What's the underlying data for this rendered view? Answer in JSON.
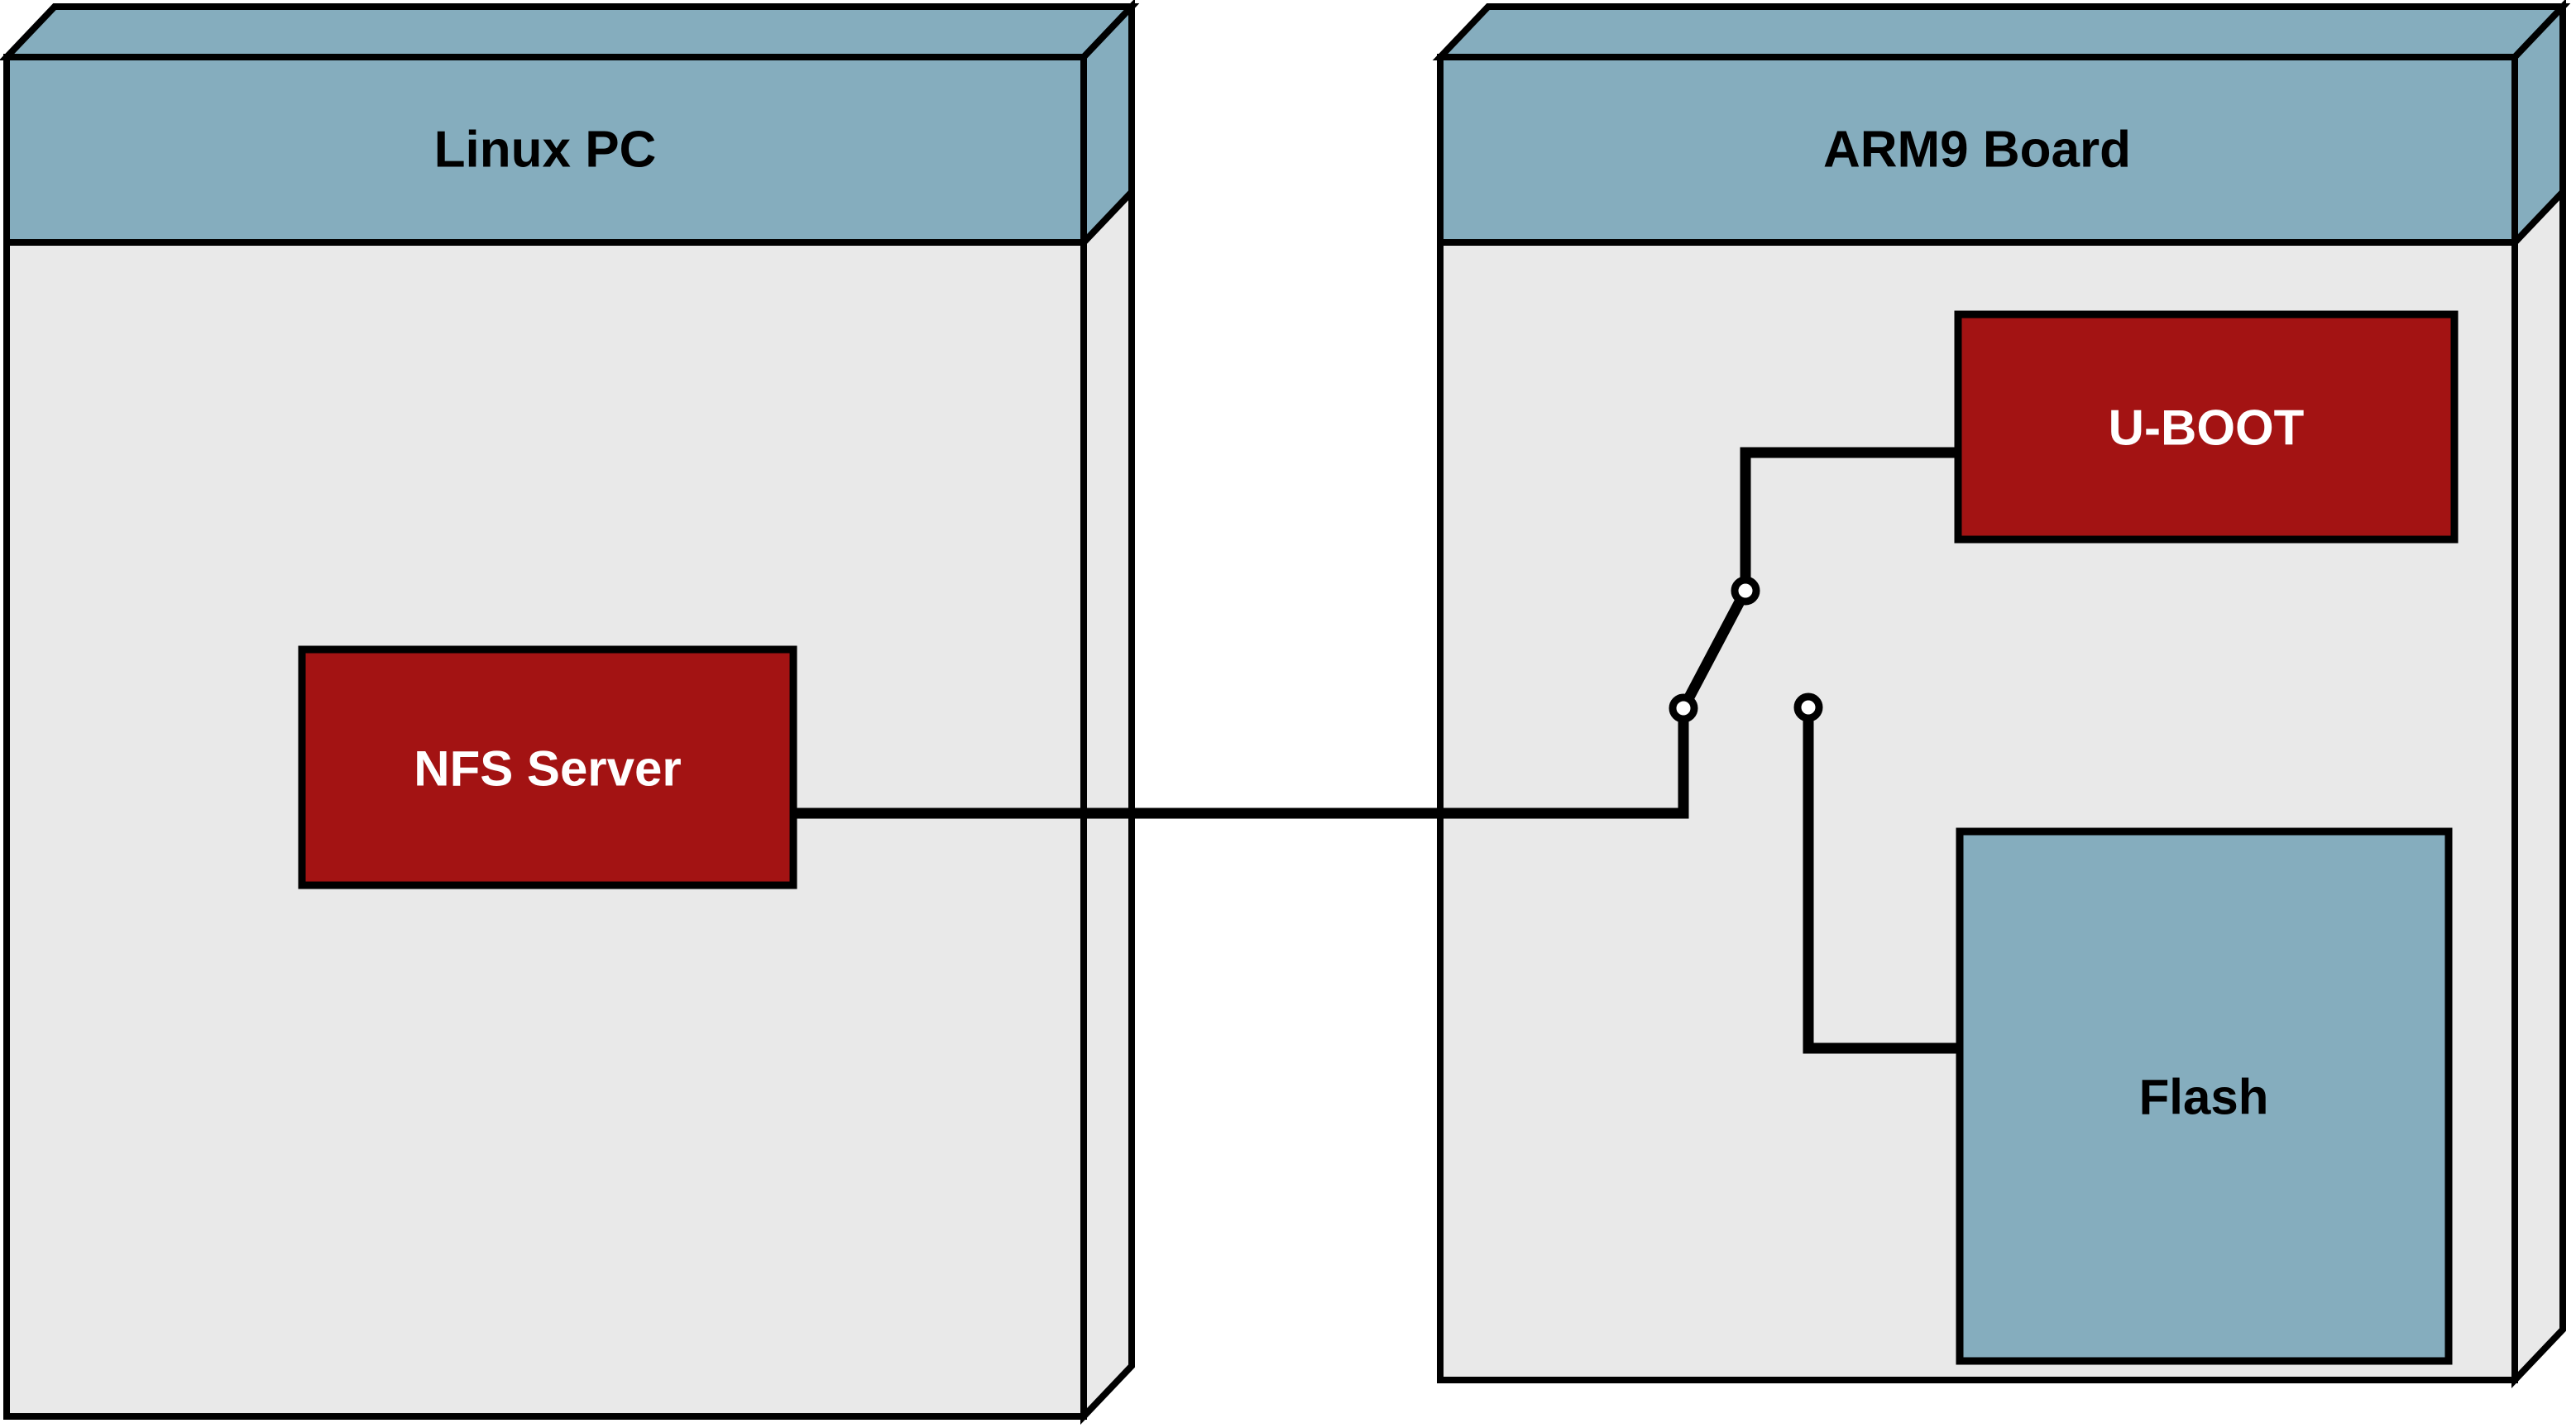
{
  "colors": {
    "header_blue": "#85ADBE",
    "flash_blue": "#85ADBE",
    "component_red": "#A31313",
    "body_gray": "#E9E9E9",
    "outline": "#000000",
    "title_text": "#000000",
    "red_label_text": "#FFFFFF",
    "background": "#FFFFFF"
  },
  "nodes": {
    "linux_pc": {
      "title": "Linux PC"
    },
    "arm9_board": {
      "title": "ARM9 Board"
    },
    "nfs_server": {
      "label": "NFS Server"
    },
    "uboot": {
      "label": "U-BOOT"
    },
    "flash": {
      "label": "Flash"
    }
  }
}
